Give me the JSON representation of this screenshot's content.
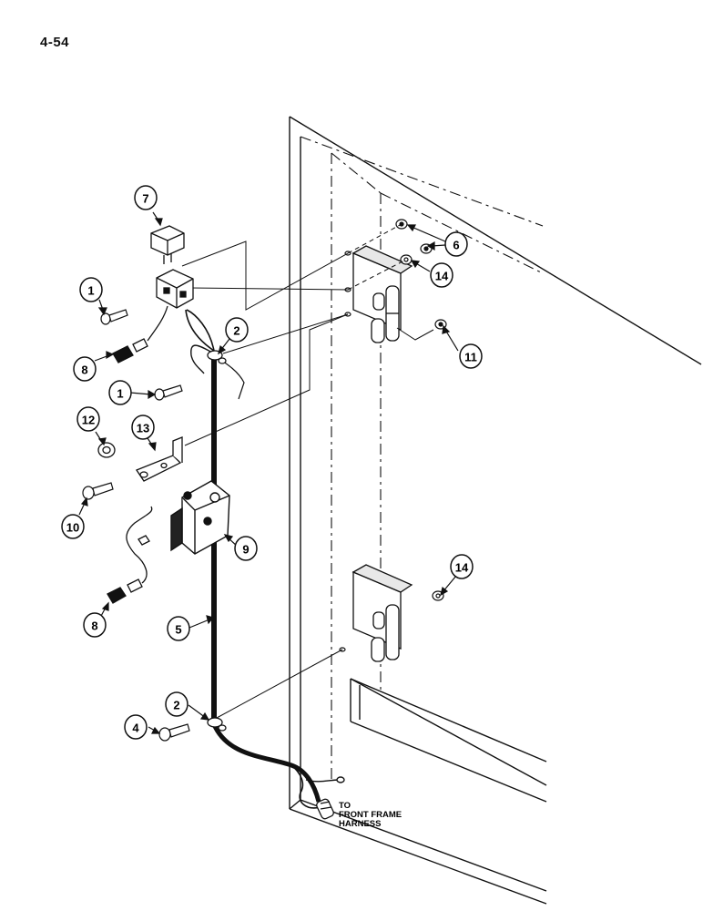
{
  "page": {
    "number": "4-54"
  },
  "callouts": [
    {
      "id": "c7",
      "label": "7"
    },
    {
      "id": "c1a",
      "label": "1"
    },
    {
      "id": "c8a",
      "label": "8"
    },
    {
      "id": "c2a",
      "label": "2"
    },
    {
      "id": "c1b",
      "label": "1"
    },
    {
      "id": "c12",
      "label": "12"
    },
    {
      "id": "c13",
      "label": "13"
    },
    {
      "id": "c10",
      "label": "10"
    },
    {
      "id": "c9",
      "label": "9"
    },
    {
      "id": "c8b",
      "label": "8"
    },
    {
      "id": "c5",
      "label": "5"
    },
    {
      "id": "c2b",
      "label": "2"
    },
    {
      "id": "c4",
      "label": "4"
    },
    {
      "id": "c6",
      "label": "6"
    },
    {
      "id": "c14a",
      "label": "14"
    },
    {
      "id": "c11",
      "label": "11"
    },
    {
      "id": "c14b",
      "label": "14"
    }
  ],
  "note": {
    "lines": [
      "TO",
      "FRONT FRAME",
      "HARNESS"
    ]
  }
}
